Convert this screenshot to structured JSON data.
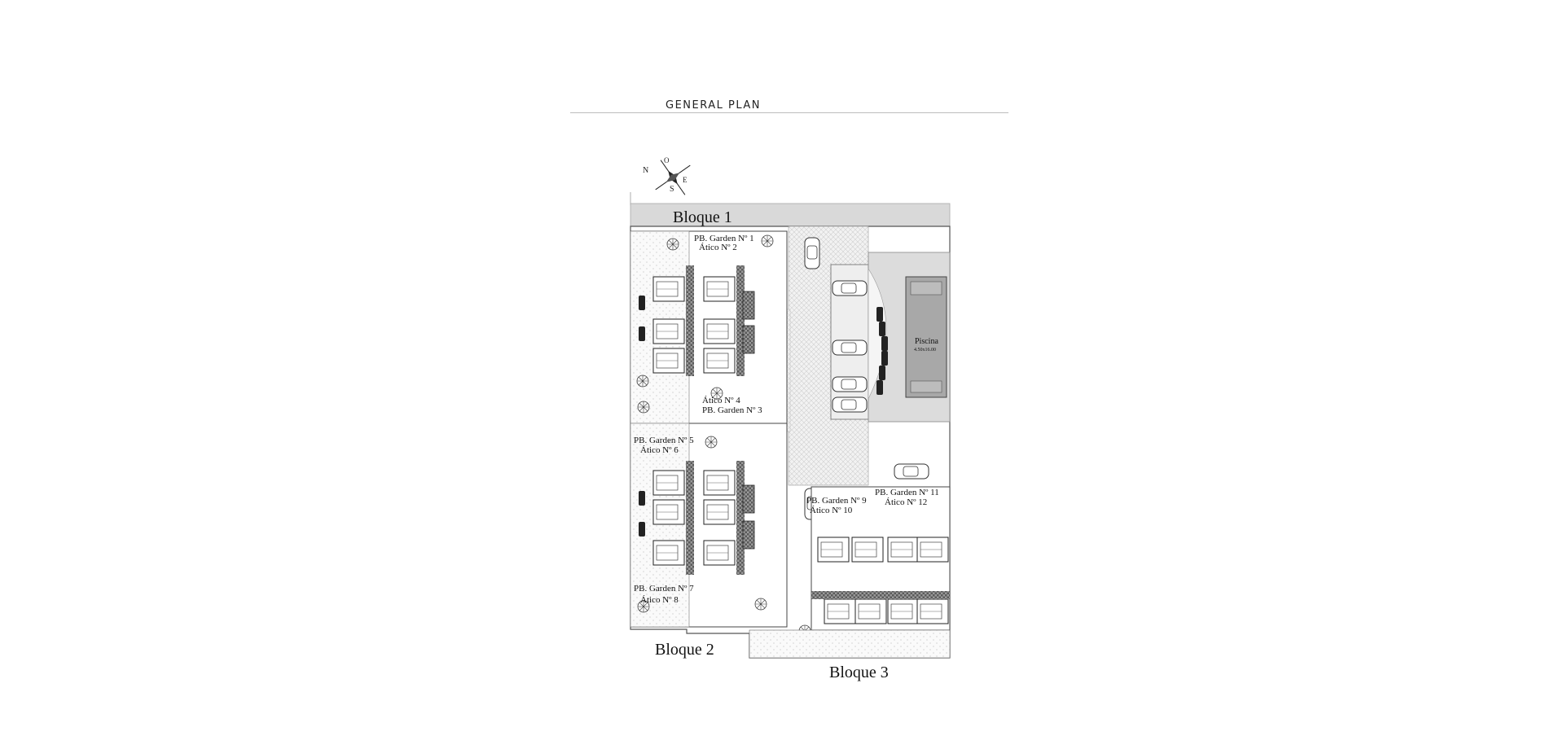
{
  "header": {
    "title": "GENERAL PLAN"
  },
  "compass": {
    "letters": [
      "N",
      "S",
      "O",
      "E"
    ]
  },
  "blocks": [
    {
      "name": "Bloque 1"
    },
    {
      "name": "Bloque 2"
    },
    {
      "name": "Bloque 3"
    }
  ],
  "pool": {
    "name": "Piscina",
    "size": "4.50x16.00"
  },
  "unit_labels": [
    {
      "line1": "PB. Garden Nº 1",
      "line2": "Ático Nº 2"
    },
    {
      "line1": "Ático Nº 4",
      "line2": "PB. Garden Nº 3"
    },
    {
      "line1": "PB. Garden Nº 5",
      "line2": "Ático Nº 6"
    },
    {
      "line1": "PB. Garden Nº 7",
      "line2": "Ático Nº 8"
    },
    {
      "line1": "PB. Garden Nº 9",
      "line2": "Ático Nº 10"
    },
    {
      "line1": "PB. Garden Nº 11",
      "line2": "Ático Nº 12"
    }
  ]
}
